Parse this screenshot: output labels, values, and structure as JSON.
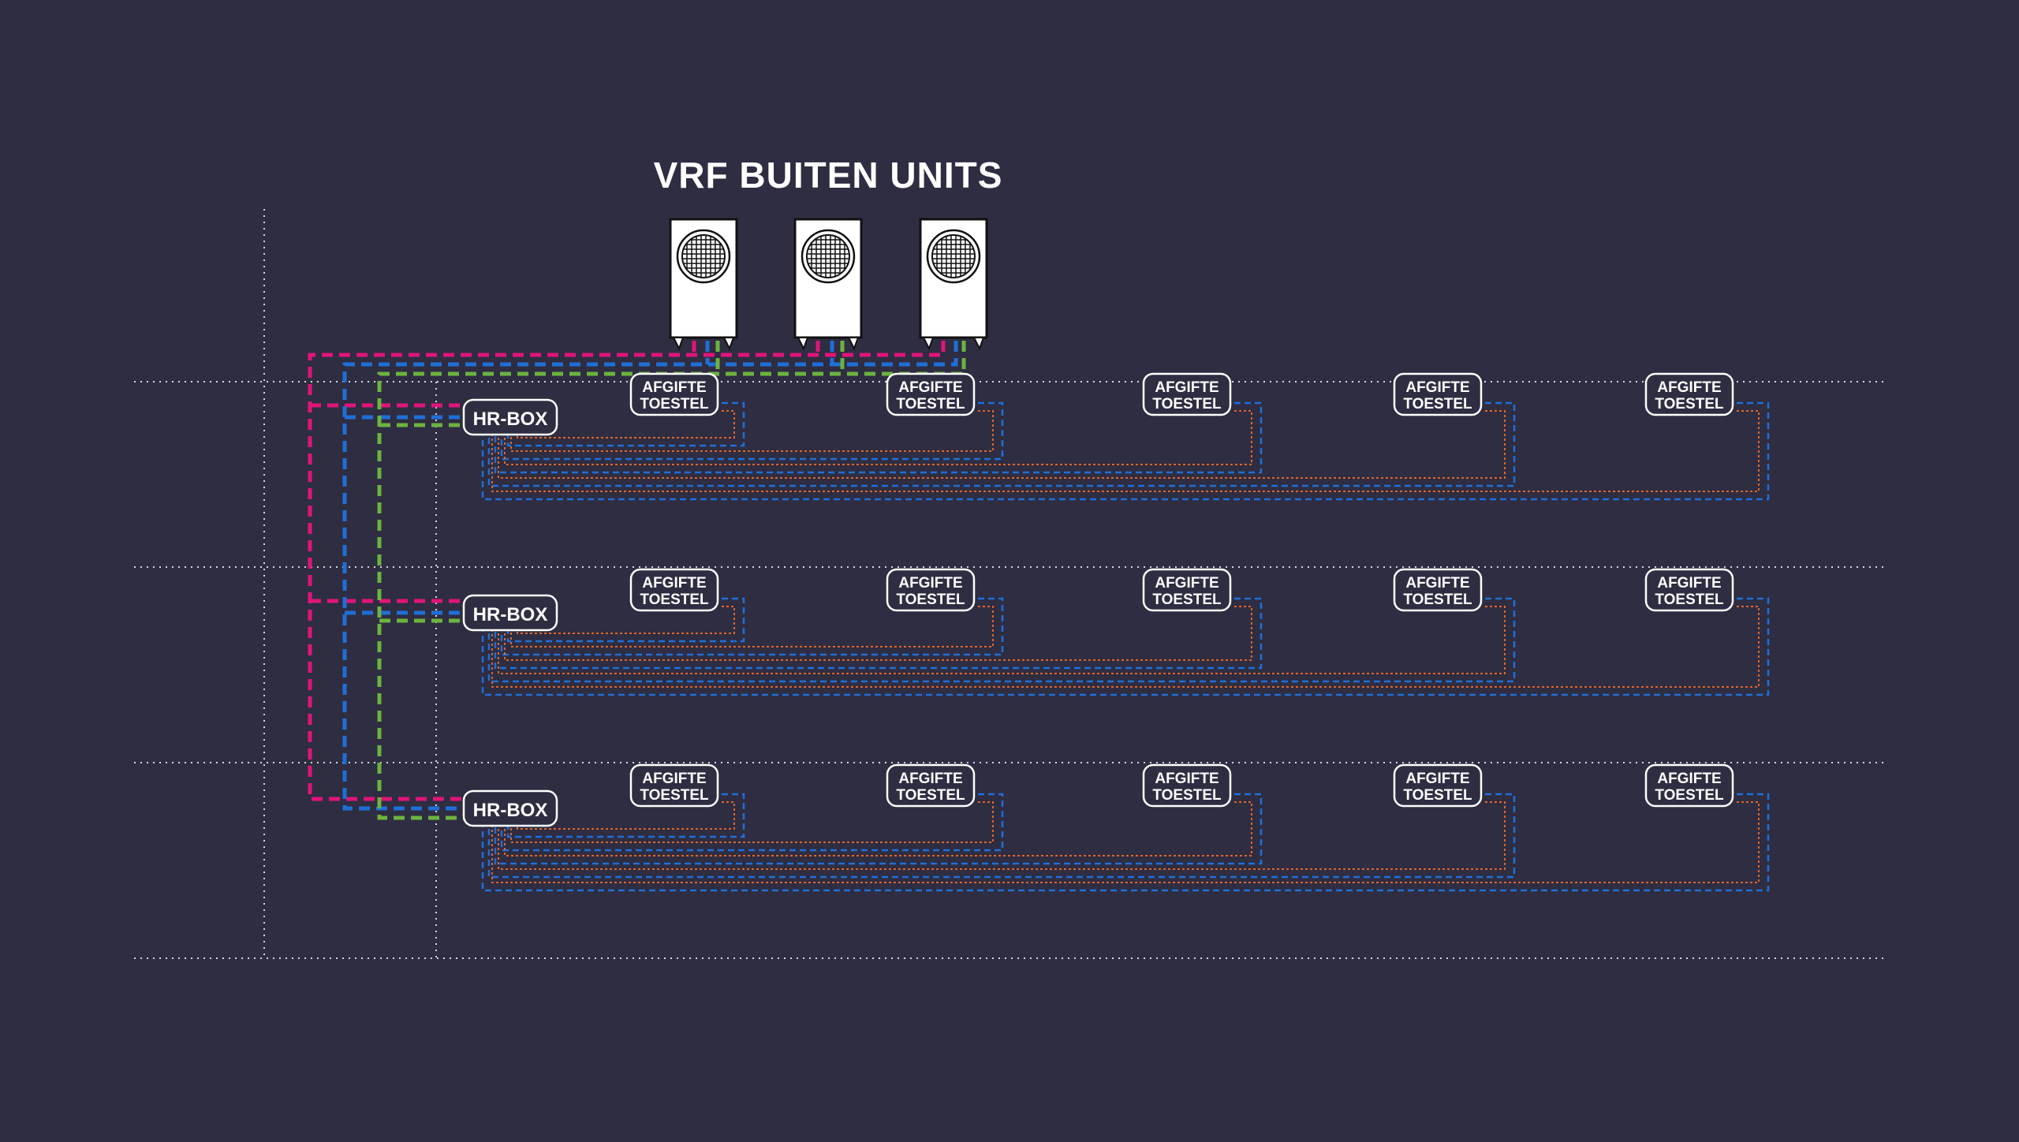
{
  "title": "VRF BUITEN UNITS",
  "outdoor_unit_count": 3,
  "hr_box_label": "HR-BOX",
  "terminal_label_line1": "AFGIFTE",
  "terminal_label_line2": "TOESTEL",
  "floors": [
    {
      "hr_box": "HR-BOX",
      "terminals": [
        {
          "line1": "AFGIFTE",
          "line2": "TOESTEL"
        },
        {
          "line1": "AFGIFTE",
          "line2": "TOESTEL"
        },
        {
          "line1": "AFGIFTE",
          "line2": "TOESTEL"
        },
        {
          "line1": "AFGIFTE",
          "line2": "TOESTEL"
        },
        {
          "line1": "AFGIFTE",
          "line2": "TOESTEL"
        }
      ]
    },
    {
      "hr_box": "HR-BOX",
      "terminals": [
        {
          "line1": "AFGIFTE",
          "line2": "TOESTEL"
        },
        {
          "line1": "AFGIFTE",
          "line2": "TOESTEL"
        },
        {
          "line1": "AFGIFTE",
          "line2": "TOESTEL"
        },
        {
          "line1": "AFGIFTE",
          "line2": "TOESTEL"
        },
        {
          "line1": "AFGIFTE",
          "line2": "TOESTEL"
        }
      ]
    },
    {
      "hr_box": "HR-BOX",
      "terminals": [
        {
          "line1": "AFGIFTE",
          "line2": "TOESTEL"
        },
        {
          "line1": "AFGIFTE",
          "line2": "TOESTEL"
        },
        {
          "line1": "AFGIFTE",
          "line2": "TOESTEL"
        },
        {
          "line1": "AFGIFTE",
          "line2": "TOESTEL"
        },
        {
          "line1": "AFGIFTE",
          "line2": "TOESTEL"
        }
      ]
    }
  ],
  "colors": {
    "background": "#2e2d42",
    "pipe_magenta": "#e0157a",
    "pipe_blue": "#1f6fd6",
    "pipe_green": "#6db33f",
    "branch_orange": "#e0662a",
    "branch_blue": "#1f6fd6",
    "grid_line": "#d8d8e0",
    "label_text": "#ffffff"
  }
}
